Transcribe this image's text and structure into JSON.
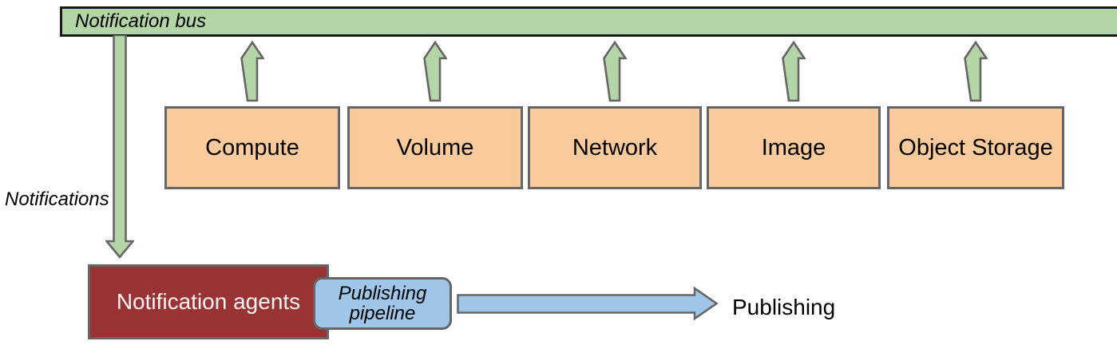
{
  "bus": {
    "label": "Notification bus"
  },
  "services": [
    {
      "label": "Compute"
    },
    {
      "label": "Volume"
    },
    {
      "label": "Network"
    },
    {
      "label": "Image"
    },
    {
      "label": "Object Storage"
    }
  ],
  "flows": {
    "notifications_label": "Notifications",
    "publishing_label": "Publishing"
  },
  "agents": {
    "label": "Notification agents"
  },
  "pipeline": {
    "label": "Publishing\npipeline"
  },
  "colors": {
    "green-fill": "#b4d6a6",
    "orange-fill": "#f9cb9c",
    "blue-fill": "#9fc5e8",
    "red-fill": "#993334",
    "border-gray": "#666666",
    "border-dark": "#1a1a1a",
    "text-dark": "#000000",
    "text-light": "#f3f3f3"
  }
}
